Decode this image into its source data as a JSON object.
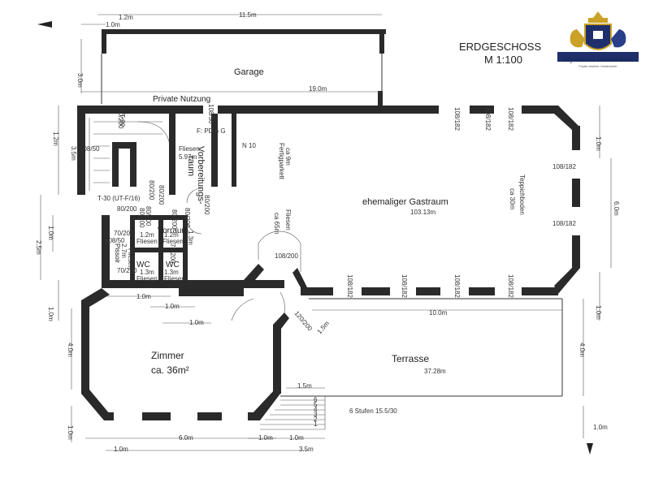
{
  "header": {
    "title": "ERDGESCHOSS",
    "scale": "M 1:100"
  },
  "logo": {
    "brand": "My-Invest Immobilien",
    "tagline": "Private rebellion. Heidendorfer"
  },
  "rooms": {
    "garage": "Garage",
    "private_use": "Private Nutzung",
    "guest_room": "ehemaliger Gastraum",
    "guest_room_area": "103.13m",
    "preparation": "Vorbereitungs-",
    "preparation2": "raum",
    "vorraum": "Vorraum",
    "wc1": "WC",
    "wc2": "WC",
    "pissoir": "Pissoir",
    "zimmer": "Zimmer",
    "zimmer_area": "ca. 36m²",
    "terrasse": "Terrasse",
    "terrasse_area": "37.28m"
  },
  "annotations": {
    "fliesen_prep": "Fliesen",
    "fliesen_prep_area": "5.97m",
    "fertigparkett": "Fertigparkett",
    "fertigparkett_ca": "ca 9m",
    "fliesen_mid": "Fliesen",
    "fliesen_mid_ca": "ca 65m",
    "teppichboden": "Teppichboden",
    "teppichboden_ca": "ca 30m",
    "stufen": "6 Stufen 15.5/30",
    "fpd": "F: PD 6 G",
    "n10": "N 10",
    "t30": "T-30 (UT-F/16)",
    "t30b": "T-30",
    "fl_v1": "Fliesen",
    "fl_v2": "Fliesen",
    "fl_wc1": "Fliesen",
    "fl_wc2": "Fliesen",
    "a12a": "1.2m",
    "a12b": "1.2m",
    "a13a": "1.3m",
    "a13b": "1.3m",
    "a27": "2.7m",
    "fl_pis": "Fliesen"
  },
  "doors": {
    "d1": "108/50",
    "d2": "80/200",
    "d3": "108/50",
    "d4": "80/200",
    "d5": "80/200",
    "d6": "80/200",
    "d7": "70/200",
    "d8": "70/200",
    "d9": "108/50",
    "d10": "80/200",
    "d11": "80/200",
    "d12": "108/182",
    "d13": "108/182",
    "d14": "108/182",
    "d15": "108/182",
    "d16": "108/182",
    "d17": "108/182",
    "d18": "108/182",
    "d19": "108/182",
    "d20": "108/182",
    "d21": "120/200",
    "d22": "108/200",
    "d23": "70/200",
    "d24": "80/200",
    "d25": "80/200",
    "d26": "80/200"
  },
  "dimensions": {
    "top_12": "1.2m",
    "top_10": "1.0m",
    "top_115": "11.5m",
    "garage_30": "3.0m",
    "garage_19": "19.0m",
    "left_12": "1.2m",
    "left_35": "3.5m",
    "left_10": "1.0m",
    "left_25": "2.5m",
    "left_10b": "1.0m",
    "left_40": "4.0m",
    "left_10c": "1.0m",
    "mid_10a": "1.0m",
    "mid_10b": "1.0m",
    "mid_10c": "1.0m",
    "mid_13": "1.3m",
    "right_10a": "1.0m",
    "right_60": "6.0m",
    "right_10b": "1.0m",
    "right_40": "4.0m",
    "right_10c": "1.0m",
    "terrace_100": "10.0m",
    "bottom_60": "6.0m",
    "bottom_10a": "1.0m",
    "bottom_10b": "1.0m",
    "bottom_10c": "1.0m",
    "bottom_35": "3.5m",
    "step_15": "1.5m",
    "door_15": "1.5m"
  },
  "steps": [
    "6",
    "5",
    "4",
    "3",
    "2",
    "1"
  ]
}
